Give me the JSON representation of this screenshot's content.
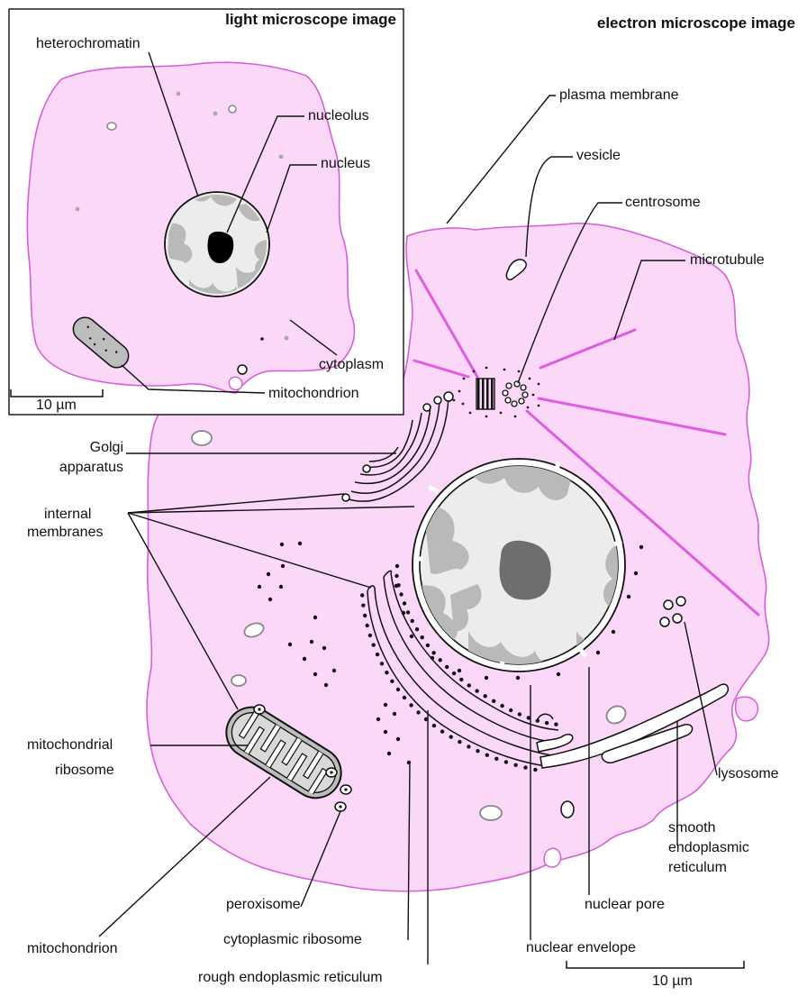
{
  "light_panel": {
    "title": "light microscope image",
    "labels": {
      "heterochromatin": "heterochromatin",
      "nucleolus": "nucleolus",
      "nucleus": "nucleus",
      "cytoplasm": "cytoplasm",
      "mitochondrion": "mitochondrion"
    },
    "scale_bar": "10 µm"
  },
  "electron_panel": {
    "title": "electron microscope image",
    "labels": {
      "plasma_membrane": "plasma membrane",
      "vesicle": "vesicle",
      "centrosome": "centrosome",
      "microtubule": "microtubule",
      "golgi_line1": "Golgi",
      "golgi_line2": "apparatus",
      "internal_line1": "internal",
      "internal_line2": "membranes",
      "mito_ribo_line1": "mitochondrial",
      "mito_ribo_line2": "ribosome",
      "lysosome": "lysosome",
      "smooth_er_line1": "smooth",
      "smooth_er_line2": "endoplasmic",
      "smooth_er_line3": "reticulum",
      "nuclear_pore": "nuclear pore",
      "peroxisome": "peroxisome",
      "mitochondrion": "mitochondrion",
      "cytoplasmic_ribosome": "cytoplasmic ribosome",
      "nuclear_envelope": "nuclear envelope",
      "rough_er": "rough endoplasmic reticulum"
    },
    "scale_bar": "10 µm"
  },
  "colors": {
    "cytoplasm_fill": "#fbd8f8",
    "membrane": "#d75fd6",
    "microtubule": "#e05ce0",
    "chromatin": "#b9b9b9",
    "nucleoplasm": "#ececec",
    "nucleolus_light": "#000000",
    "nucleolus_em": "#6e6e6e"
  }
}
